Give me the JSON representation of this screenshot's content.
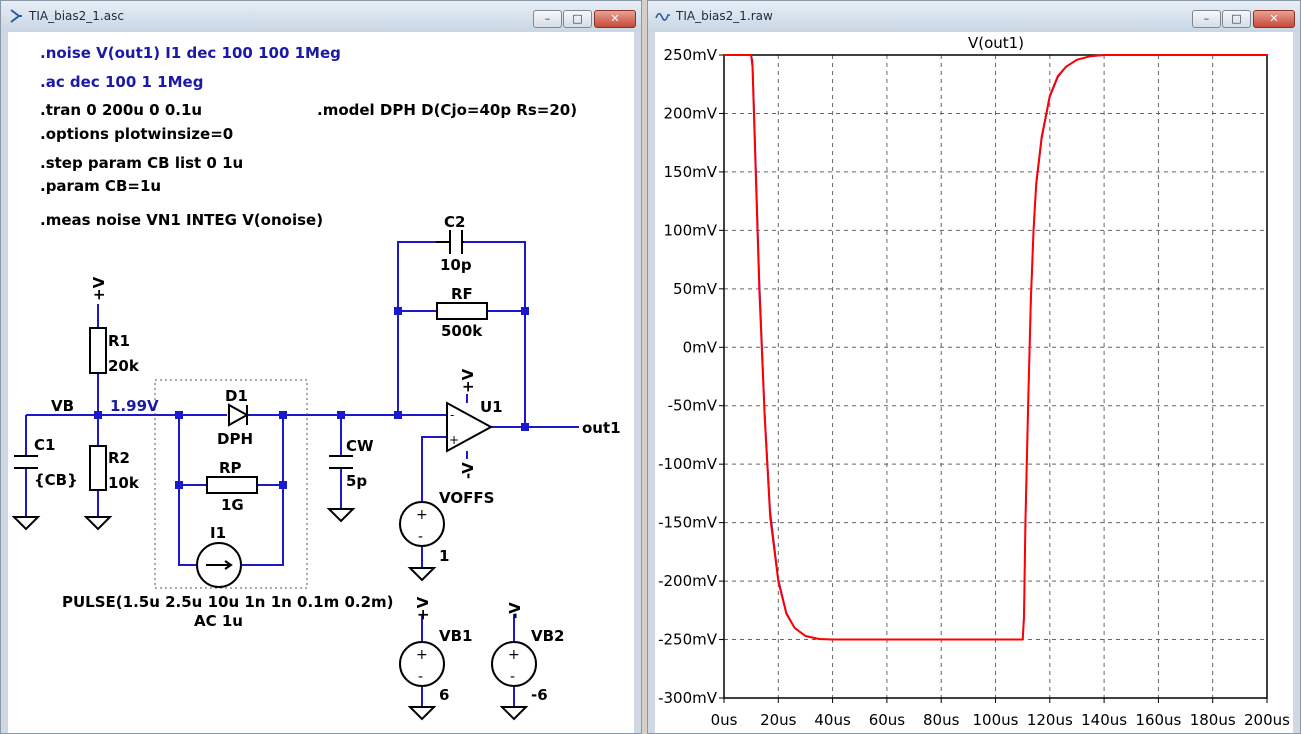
{
  "schematic_window": {
    "title": "TIA_bias2_1.asc",
    "buttons": {
      "minimize": "–",
      "maximize": "□",
      "close": "✕"
    },
    "directives": [
      ".noise V(out1) I1 dec 100 100 1Meg",
      ".ac dec 100 1 1Meg",
      ".tran 0 200u 0 0.1u",
      ".model DPH D(Cjo=40p Rs=20)",
      ".options plotwinsize=0",
      ".step param CB list 0 1u",
      ".param CB=1u",
      ".meas noise VN1 INTEG V(onoise)"
    ],
    "components": {
      "R1": {
        "name": "R1",
        "value": "20k"
      },
      "R2": {
        "name": "R2",
        "value": "10k"
      },
      "C1": {
        "name": "C1",
        "value": "{CB}"
      },
      "D1": {
        "name": "D1",
        "value": "DPH"
      },
      "RP": {
        "name": "RP",
        "value": "1G"
      },
      "I1": {
        "name": "I1",
        "value": "PULSE(1.5u 2.5u 10u 1n 1n 0.1m 0.2m)",
        "ac": "AC 1u"
      },
      "CW": {
        "name": "CW",
        "value": "5p"
      },
      "C2": {
        "name": "C2",
        "value": "10p"
      },
      "RF": {
        "name": "RF",
        "value": "500k"
      },
      "U1": {
        "name": "U1"
      },
      "VOFFS": {
        "name": "VOFFS",
        "value": "1"
      },
      "VB1": {
        "name": "VB1",
        "value": "6"
      },
      "VB2": {
        "name": "VB2",
        "value": "-6"
      }
    },
    "nets": {
      "vb": "VB",
      "vb_voltage": "1.99V",
      "out": "out1",
      "vplus": "+V",
      "vminus": "-V",
      "plus": "+",
      "minus": "-"
    }
  },
  "plot_window": {
    "title": "TIA_bias2_1.raw",
    "buttons": {
      "minimize": "–",
      "maximize": "□",
      "close": "✕"
    },
    "colors": {
      "background": "#ffffff",
      "trace_main": "#ff0000",
      "trace_alt": "#1a1aff",
      "title": "#1a1aa6"
    },
    "chart_data": {
      "type": "line",
      "title": "V(out1)",
      "xlabel": "",
      "ylabel": "",
      "x_unit": "us",
      "y_unit": "mV",
      "xlim": [
        0,
        200
      ],
      "ylim": [
        -300,
        250
      ],
      "x_ticks": [
        "0us",
        "20us",
        "40us",
        "60us",
        "80us",
        "100us",
        "120us",
        "140us",
        "160us",
        "180us",
        "200us"
      ],
      "y_ticks": [
        "250mV",
        "200mV",
        "150mV",
        "100mV",
        "50mV",
        "0mV",
        "-50mV",
        "-100mV",
        "-150mV",
        "-200mV",
        "-250mV",
        "-300mV"
      ],
      "grid": true,
      "series": [
        {
          "x": [
            0,
            10,
            10.5,
            11,
            12,
            13,
            15,
            17,
            20,
            23,
            26,
            30,
            35,
            40,
            45,
            50,
            100,
            110,
            110.5,
            111,
            112,
            113,
            114,
            115,
            117,
            120,
            123,
            126,
            130,
            135,
            140,
            150,
            200
          ],
          "y": [
            250,
            250,
            240,
            200,
            125,
            50,
            -60,
            -145,
            -200,
            -228,
            -240,
            -247,
            -249.5,
            -250,
            -250,
            -250,
            -250,
            -250,
            -230,
            -150,
            -50,
            40,
            100,
            140,
            180,
            215,
            232,
            240,
            246,
            249,
            250,
            250,
            250
          ]
        },
        {
          "x": [
            0,
            10,
            10.5,
            11,
            12,
            13,
            15,
            17,
            20,
            23,
            26,
            30,
            35,
            40,
            45,
            50,
            100,
            110,
            110.5,
            111,
            112,
            113,
            114,
            115,
            117,
            120,
            123,
            126,
            130,
            135,
            140,
            150,
            200
          ],
          "y": [
            250,
            250,
            245,
            210,
            135,
            60,
            -55,
            -140,
            -198,
            -227,
            -240,
            -247,
            -249.5,
            -250,
            -250,
            -250,
            -250,
            -250,
            -232,
            -155,
            -55,
            35,
            97,
            138,
            178,
            214,
            231,
            240,
            246,
            249,
            250,
            250,
            250
          ]
        }
      ]
    }
  }
}
